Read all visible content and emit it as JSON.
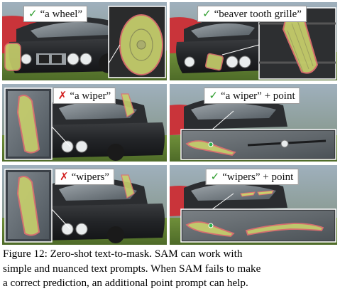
{
  "panels": [
    {
      "id": "wheel",
      "mark": "✓",
      "status": "success",
      "prompt": "“a wheel”"
    },
    {
      "id": "grille",
      "mark": "✓",
      "status": "success",
      "prompt": "“beaver tooth grille”"
    },
    {
      "id": "wiper-fail",
      "mark": "✗",
      "status": "failure",
      "prompt": "“a wiper”"
    },
    {
      "id": "wiper-point",
      "mark": "✓",
      "status": "success",
      "prompt": "“a wiper” + point"
    },
    {
      "id": "wipers-fail",
      "mark": "✗",
      "status": "failure",
      "prompt": "“wipers”"
    },
    {
      "id": "wipers-point",
      "mark": "✓",
      "status": "success",
      "prompt": "“wipers” + point"
    }
  ],
  "caption": {
    "lines": [
      "Figure 12: Zero-shot text-to-mask. SAM can work with",
      "simple and nuanced text prompts. When SAM fails to make",
      "a correct prediction, an additional point prompt can help."
    ]
  },
  "colors": {
    "mask_fill": "#c8d06c",
    "mask_outline": "#e07070",
    "check_green": "#2f9e2f",
    "cross_red": "#d21f1f"
  }
}
